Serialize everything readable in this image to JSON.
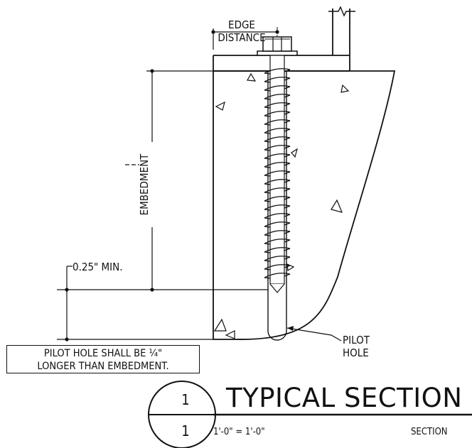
{
  "labels": {
    "edge_distance_1": "EDGE",
    "edge_distance_2": "DISTANCE",
    "embedment": "EMBEDMENT",
    "min_depth": "0.25\" MIN.",
    "pilot_1": "PILOT",
    "pilot_2": "HOLE"
  },
  "note": {
    "line1": "PILOT HOLE SHALL BE ¼\"",
    "line2": "LONGER THAN EMBEDMENT."
  },
  "title_block": {
    "detail_number": "1",
    "sheet_number": "1",
    "title": "TYPICAL SECTION",
    "scale": "1'-0\" = 1'-0\"",
    "type": "SECTION"
  }
}
